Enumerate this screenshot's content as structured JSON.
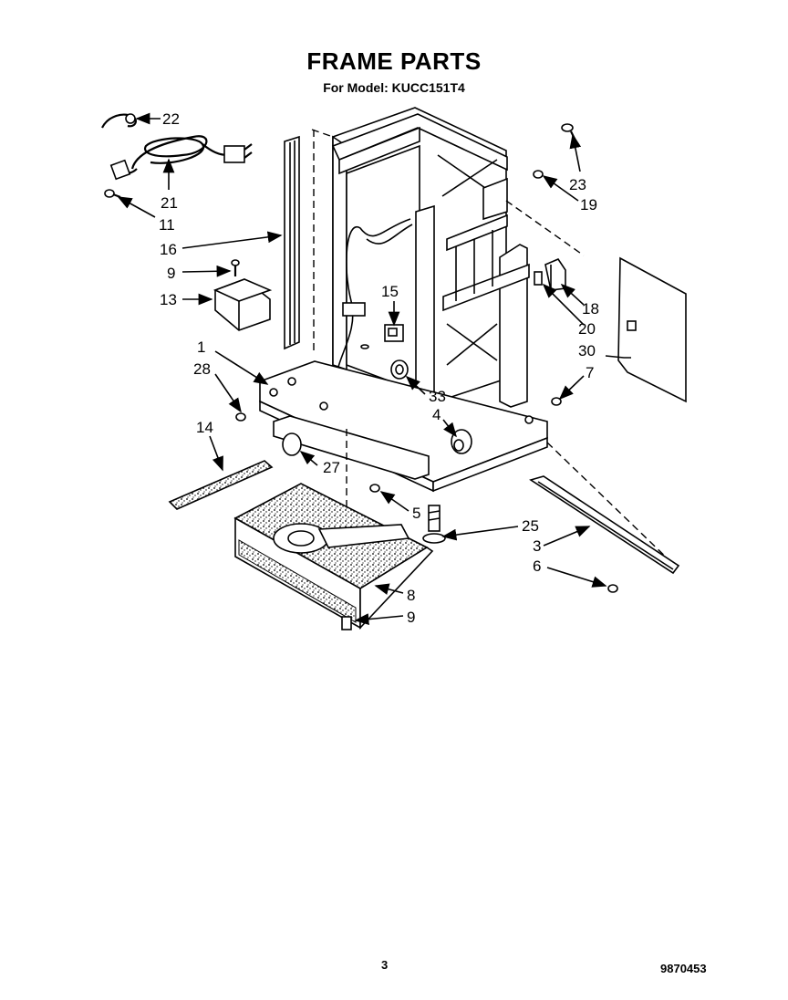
{
  "header": {
    "title": "FRAME PARTS",
    "subtitle": "For Model: KUCC151T4"
  },
  "footer": {
    "page_number": "3",
    "document_number": "9870453"
  },
  "callouts": [
    "22",
    "21",
    "11",
    "16",
    "9",
    "13",
    "1",
    "28",
    "14",
    "15",
    "33",
    "4",
    "27",
    "5",
    "25",
    "8",
    "9",
    "23",
    "19",
    "18",
    "20",
    "30",
    "7",
    "3",
    "6"
  ]
}
